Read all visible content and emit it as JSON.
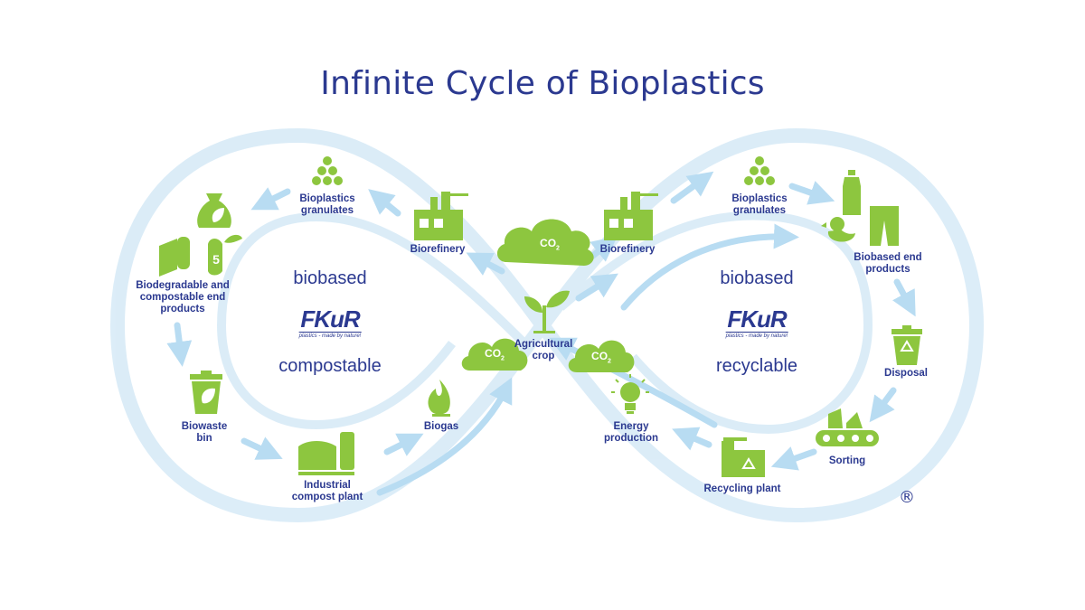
{
  "title": "Infinite Cycle of Bioplastics",
  "colors": {
    "brand_blue": "#2b3990",
    "leaf_green": "#8dc63f",
    "loop_blue": "#d8ebf7",
    "arrow_blue": "#b8dcf2"
  },
  "left": {
    "top_text": "biobased",
    "bottom_text": "compostable",
    "logo": {
      "mark": "FKuR",
      "tagline": "plastics - made by nature!"
    },
    "stations": {
      "granulates": [
        "Bioplastics",
        "granulates"
      ],
      "biorefinery": [
        "Biorefinery"
      ],
      "end_products": [
        "Biodegradable and",
        "compostable end",
        "products"
      ],
      "biowaste": [
        "Biowaste",
        "bin"
      ],
      "compost_plant": [
        "Industrial",
        "compost plant"
      ],
      "biogas": [
        "Biogas"
      ]
    }
  },
  "right": {
    "top_text": "biobased",
    "bottom_text": "recyclable",
    "logo": {
      "mark": "FKuR",
      "tagline": "plastics - made by nature!"
    },
    "stations": {
      "biorefinery": [
        "Biorefinery"
      ],
      "granulates": [
        "Bioplastics",
        "granulates"
      ],
      "end_products": [
        "Biobased end",
        "products"
      ],
      "disposal": [
        "Disposal"
      ],
      "sorting": [
        "Sorting"
      ],
      "recycling": [
        "Recycling plant"
      ],
      "energy": [
        "Energy",
        "production"
      ]
    }
  },
  "center": {
    "crop": [
      "Agricultural",
      "crop"
    ],
    "co2_main": "CO",
    "co2_left": "CO",
    "co2_right": "CO",
    "co2_sub": "2"
  },
  "registered_mark": "®"
}
